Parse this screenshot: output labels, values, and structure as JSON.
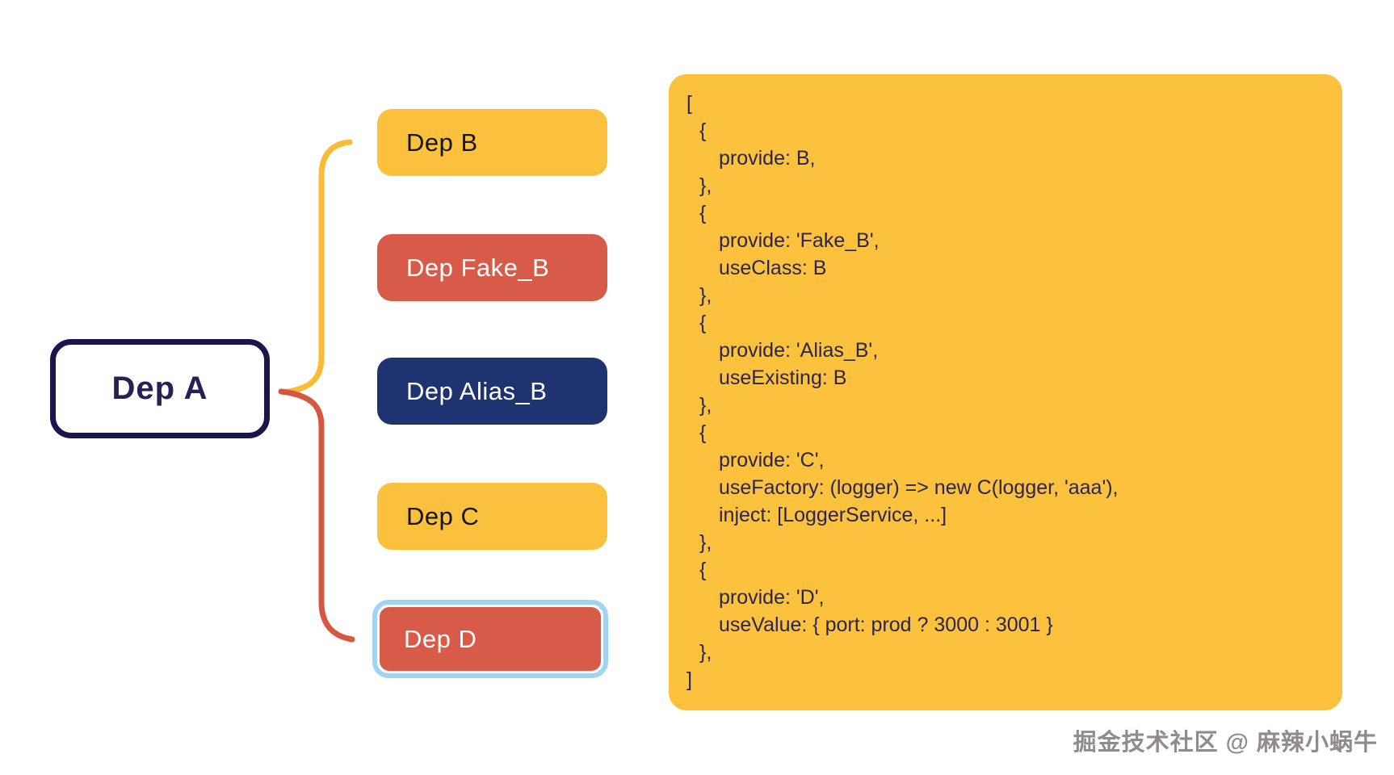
{
  "diagram": {
    "root": {
      "label": "Dep A",
      "border_color": "#18164a",
      "text_color": "#232156"
    },
    "nodes": [
      {
        "label": "Dep B",
        "color": "#fcc13c",
        "text_color": "#141414"
      },
      {
        "label": "Dep Fake_B",
        "color": "#d85a48",
        "text_color": "#ffffff"
      },
      {
        "label": "Dep Alias_B",
        "color": "#203371",
        "text_color": "#ffffff"
      },
      {
        "label": "Dep C",
        "color": "#fcc13c",
        "text_color": "#141414"
      },
      {
        "label": "Dep D",
        "color": "#d85a48",
        "text_color": "#ffffff",
        "highlighted": true,
        "highlight_border_color": "#9fd4f2"
      }
    ],
    "connector_colors": {
      "upper": "#fbbb35",
      "lower": "#d65741"
    }
  },
  "code_panel": {
    "background": "#fcc13d",
    "text_color": "#2b2550",
    "lines": [
      {
        "indent": 0,
        "text": "["
      },
      {
        "indent": 1,
        "text": "{"
      },
      {
        "indent": 2,
        "text": "provide: B,"
      },
      {
        "indent": 1,
        "text": "},"
      },
      {
        "indent": 1,
        "text": "{"
      },
      {
        "indent": 2,
        "text": "provide: 'Fake_B',"
      },
      {
        "indent": 2,
        "text": "useClass: B"
      },
      {
        "indent": 1,
        "text": "},"
      },
      {
        "indent": 1,
        "text": "{"
      },
      {
        "indent": 2,
        "text": "provide: 'Alias_B',"
      },
      {
        "indent": 2,
        "text": "useExisting: B"
      },
      {
        "indent": 1,
        "text": "},"
      },
      {
        "indent": 1,
        "text": "{"
      },
      {
        "indent": 2,
        "text": "provide: 'C',"
      },
      {
        "indent": 2,
        "text": "useFactory: (logger) => new C(logger, 'aaa'),"
      },
      {
        "indent": 2,
        "text": "inject: [LoggerService, ...]"
      },
      {
        "indent": 1,
        "text": "},"
      },
      {
        "indent": 1,
        "text": "{"
      },
      {
        "indent": 2,
        "text": "provide: 'D',"
      },
      {
        "indent": 2,
        "text": "useValue: { port: prod ? 3000 : 3001 }"
      },
      {
        "indent": 1,
        "text": "},"
      },
      {
        "indent": 0,
        "text": "]"
      }
    ]
  },
  "watermark": {
    "text": "掘金技术社区 @ 麻辣小蜗牛"
  }
}
